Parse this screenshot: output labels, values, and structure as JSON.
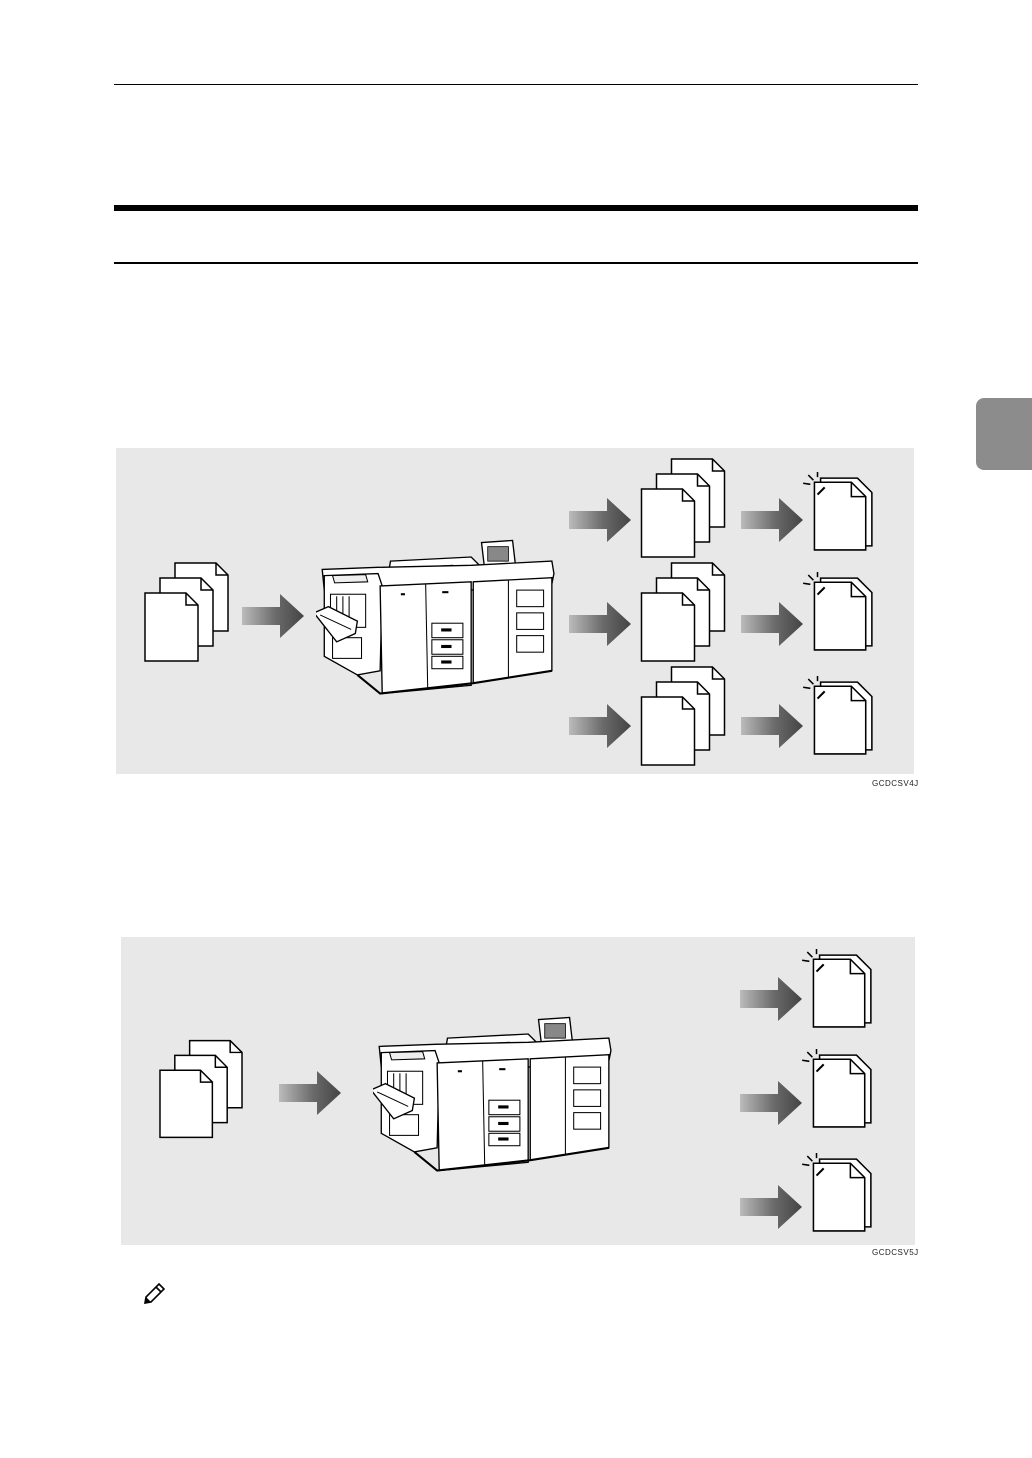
{
  "figures": [
    {
      "code": "GCDCSV4J",
      "background": "#e8e8e8"
    },
    {
      "code": "GCDCSV5J",
      "background": "#e8e8e8"
    }
  ],
  "icons": {
    "side_tab": "chapter-tab",
    "note": "pencil-note-icon"
  },
  "colors": {
    "accent_tab": "#8c8c8c",
    "arrow_dark": "#444444",
    "arrow_light": "#bbbbbb"
  }
}
